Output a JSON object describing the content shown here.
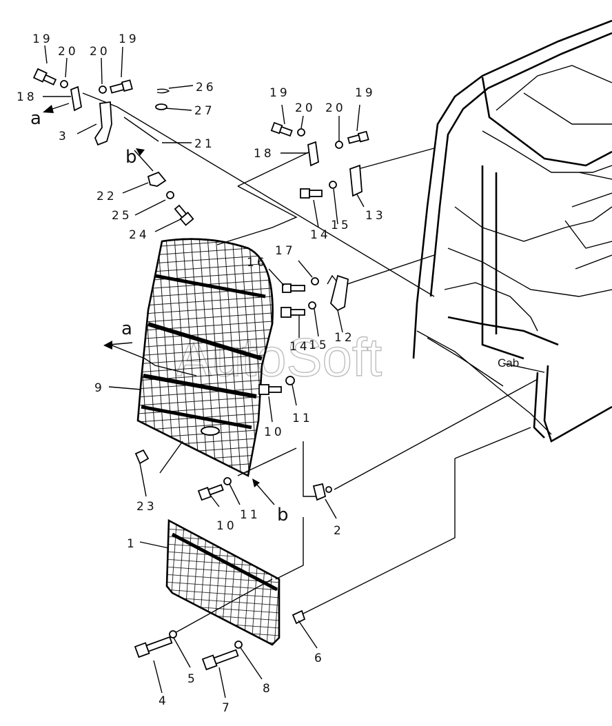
{
  "diagram": {
    "watermark": "AutoSoft",
    "cab_label": "Cab",
    "view_markers": [
      "a",
      "b"
    ],
    "callouts": {
      "p1": "1",
      "p2": "2",
      "p3": "3",
      "p4": "4",
      "p5": "5",
      "p6": "6",
      "p7": "7",
      "p8": "8",
      "p9": "9",
      "p10": "10",
      "p11": "11",
      "p12": "12",
      "p13": "13",
      "p14": "14",
      "p15": "15",
      "p16": "16",
      "p17": "17",
      "p18": "18",
      "p19": "19",
      "p20": "20",
      "p21": "21",
      "p22": "22",
      "p23": "23",
      "p24": "24",
      "p25": "25",
      "p26": "26",
      "p27": "27"
    }
  }
}
